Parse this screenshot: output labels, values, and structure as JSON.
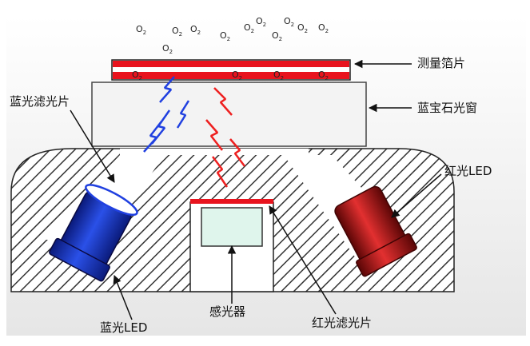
{
  "labels": {
    "sensing_foil": "测量箔片",
    "sapphire_window": "蓝宝石光窗",
    "blue_filter": "蓝光滤光片",
    "red_led": "红光LED",
    "blue_led": "蓝光LED",
    "photodetector": "感光器",
    "red_filter": "红光滤光片"
  },
  "molecules": {
    "symbol": "O",
    "subscript": "2",
    "count_above_foil": 11,
    "count_in_foil": 4
  },
  "colors": {
    "housing_fill": "#ffffff",
    "hatch": "#333333",
    "foil_red": "#e8141e",
    "blue_led": "#1030b8",
    "red_led": "#c21418",
    "blue_light": "#2040e0",
    "red_light": "#ee2020",
    "window": "#f2f2f2",
    "detector": "#dff5ec",
    "background_panel": "#e8e8e8"
  }
}
